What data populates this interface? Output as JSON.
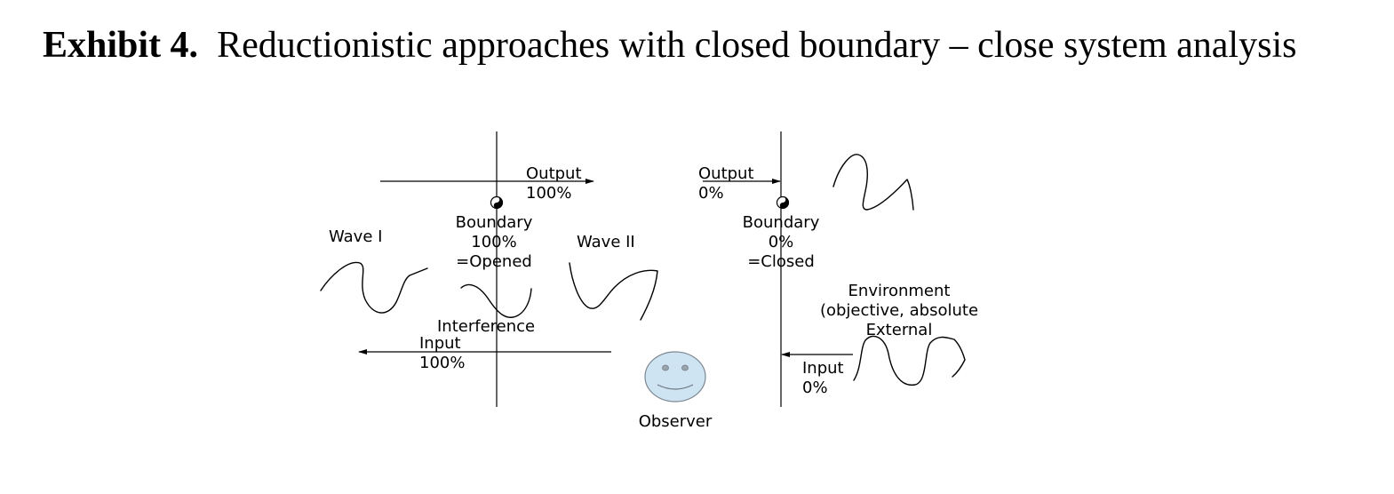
{
  "title": {
    "label": "Exhibit 4.",
    "text": "Reductionistic approaches with closed boundary – close system analysis"
  },
  "left_panel": {
    "output_label": "Output",
    "output_value": "100%",
    "boundary_lines": [
      "Boundary",
      "100%",
      "=Opened"
    ],
    "wave1_label": "Wave I",
    "wave2_label": "Wave II",
    "interference_label": "Interference",
    "input_label": "Input",
    "input_value": "100%"
  },
  "right_panel": {
    "output_label": "Output",
    "output_value": "0%",
    "boundary_lines": [
      "Boundary",
      "0%",
      "=Closed"
    ],
    "environment_lines": [
      "Environment",
      "(objective, absolute",
      "External"
    ],
    "input_label": "Input",
    "input_value": "0%"
  },
  "observer": {
    "label": "Observer",
    "face_color": "#cfe4f3",
    "eye_color": "#9aa4ad"
  },
  "colors": {
    "ink": "#000000",
    "background": "#ffffff"
  }
}
